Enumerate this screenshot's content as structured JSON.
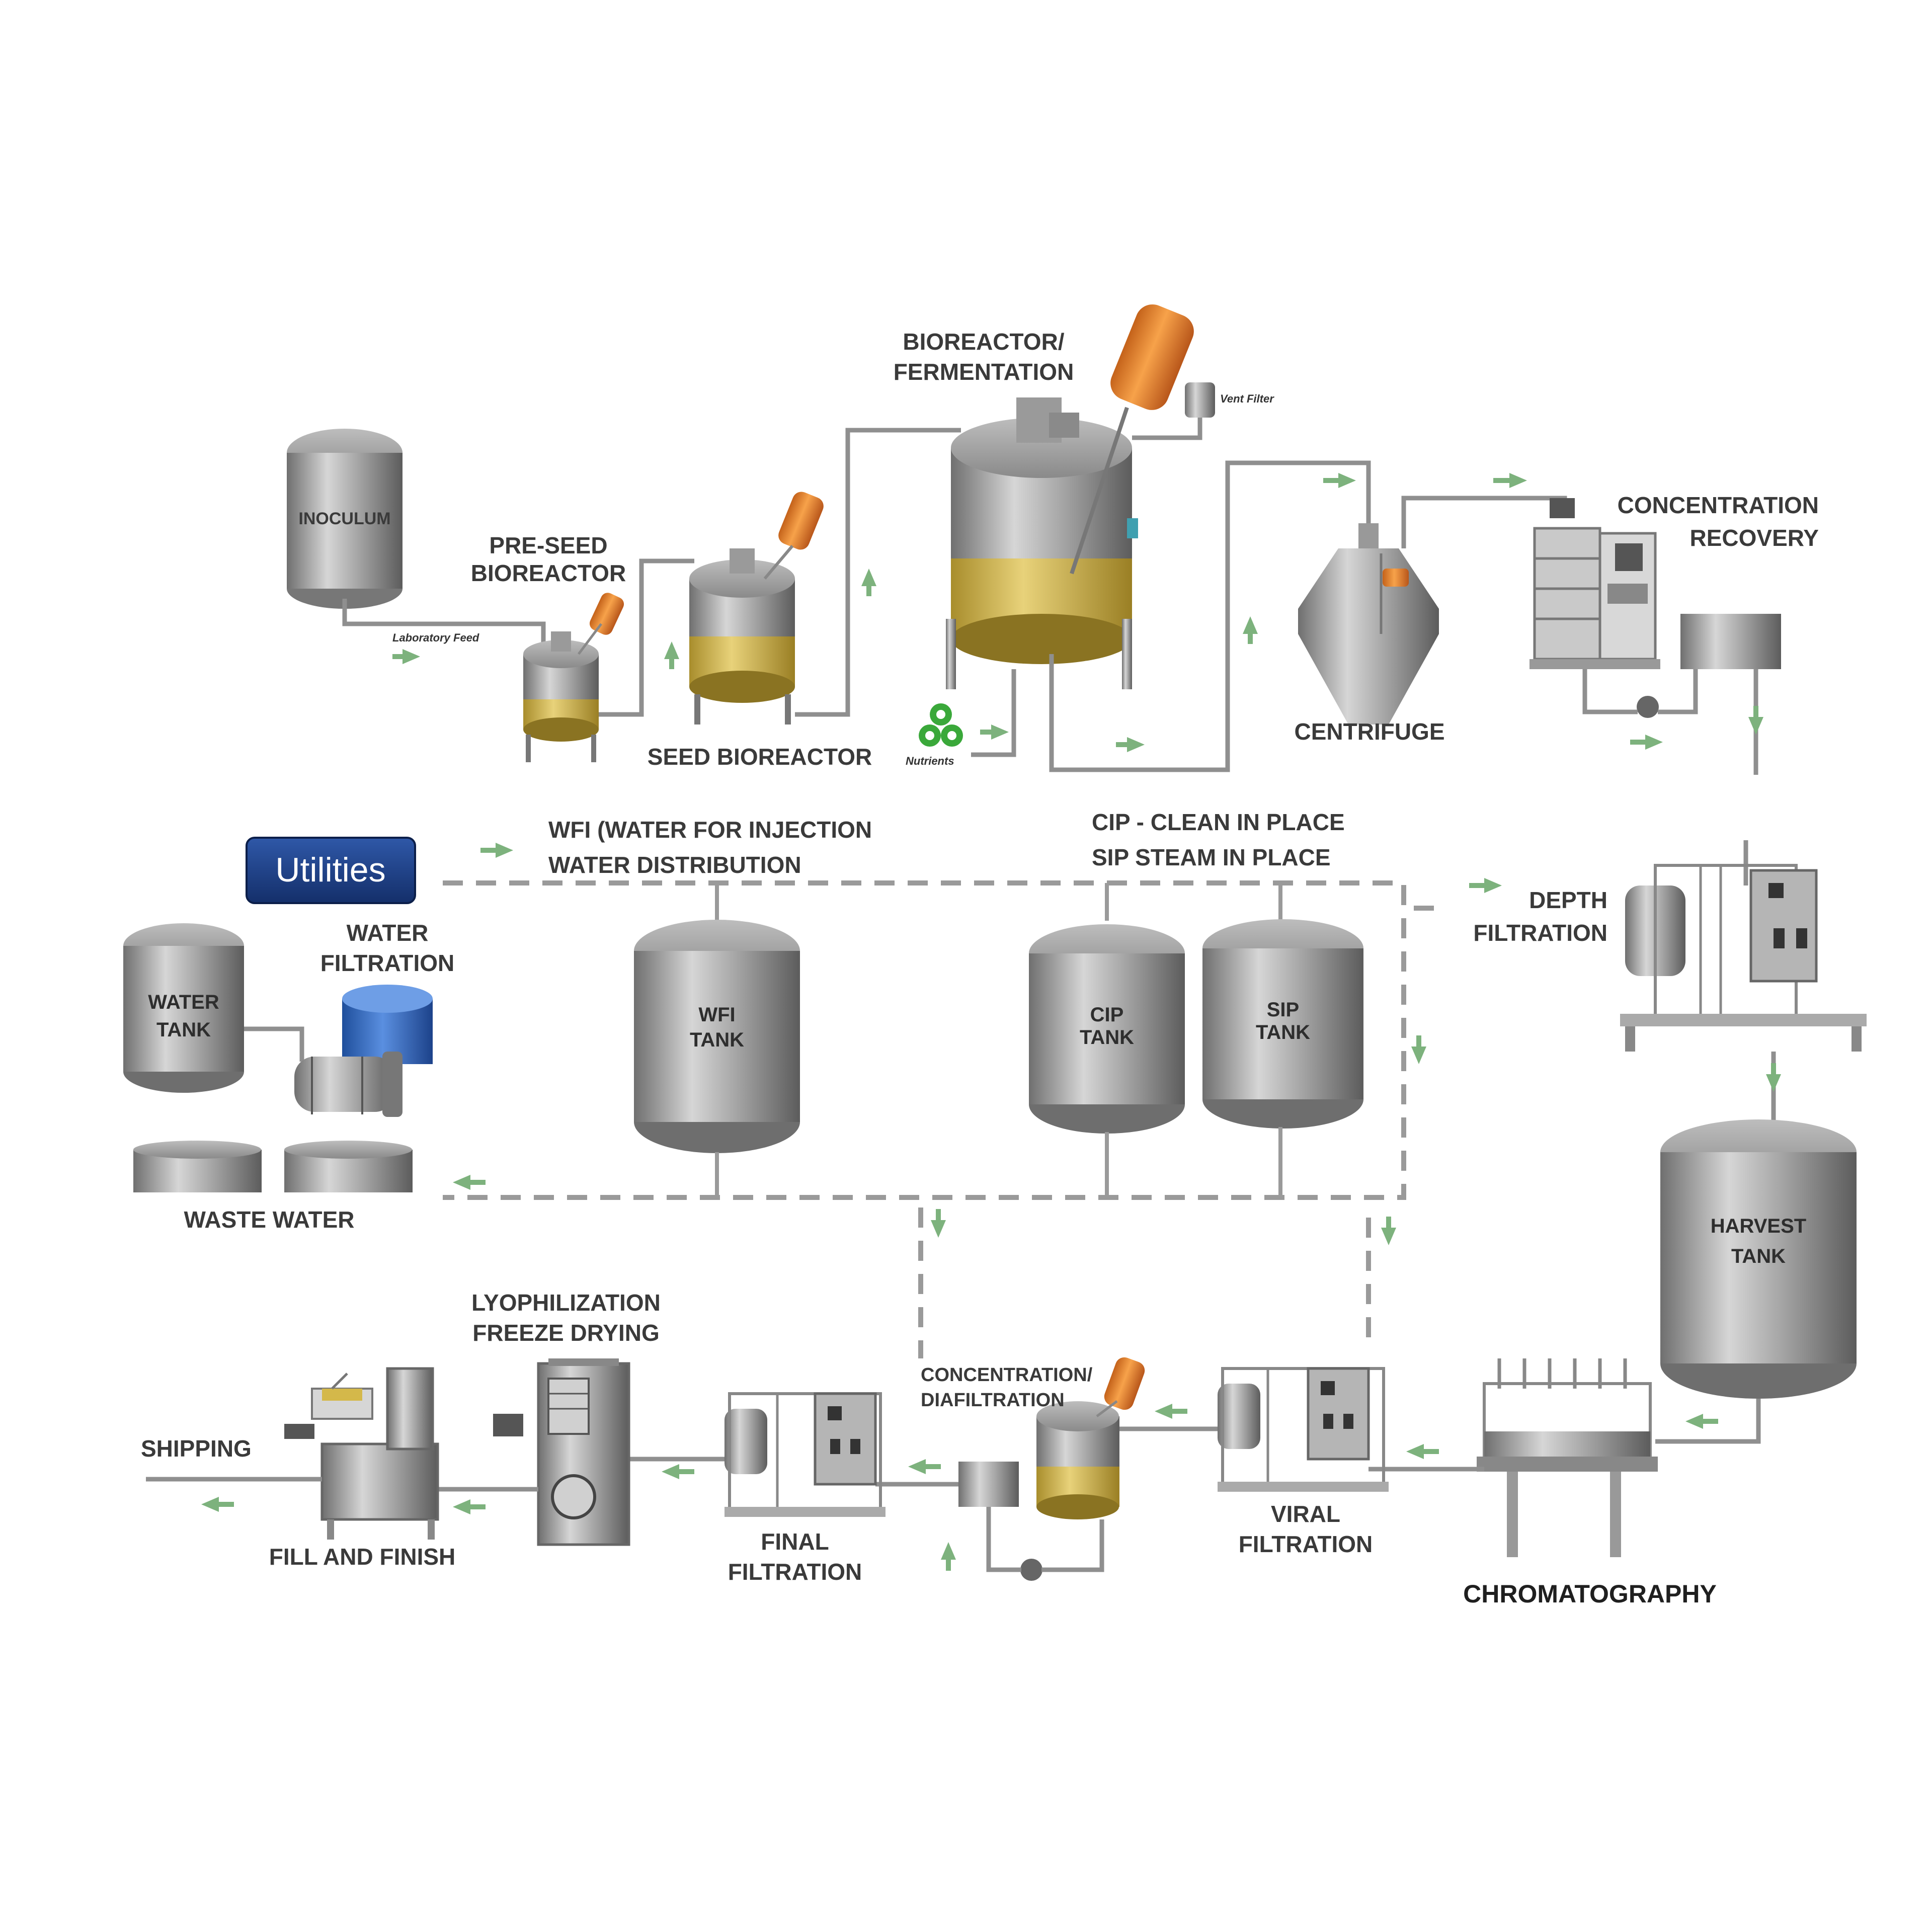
{
  "labels": {
    "inoculum": "INOCULUM",
    "laboratory_feed": "Laboratory Feed",
    "pre_seed_1": "PRE-SEED",
    "pre_seed_2": "BIOREACTOR",
    "seed_bioreactor": "SEED BIOREACTOR",
    "bioreactor_1": "BIOREACTOR/",
    "bioreactor_2": "FERMENTATION",
    "vent_filter": "Vent Filter",
    "nutrients": "Nutrients",
    "centrifuge": "CENTRIFUGE",
    "concentration_recovery_1": "CONCENTRATION",
    "concentration_recovery_2": "RECOVERY",
    "utilities": "Utilities",
    "wfi_1": "WFI (WATER FOR INJECTION",
    "wfi_2": "WATER DISTRIBUTION",
    "cip_sip_1": "CIP - CLEAN IN PLACE",
    "cip_sip_2": "SIP STEAM IN PLACE",
    "depth_filtration_1": "DEPTH",
    "depth_filtration_2": "FILTRATION",
    "water_filtration_1": "WATER",
    "water_filtration_2": "FILTRATION",
    "water_tank_1": "WATER",
    "water_tank_2": "TANK",
    "wfi_tank_1": "WFI",
    "wfi_tank_2": "TANK",
    "cip_tank_1": "CIP",
    "cip_tank_2": "TANK",
    "sip_tank_1": "SIP",
    "sip_tank_2": "TANK",
    "waste_water": "WASTE WATER",
    "harvest_tank_1": "HARVEST",
    "harvest_tank_2": "TANK",
    "lyophilization_1": "LYOPHILIZATION",
    "lyophilization_2": "FREEZE DRYING",
    "shipping": "SHIPPING",
    "fill_and_finish": "FILL AND FINISH",
    "final_filtration_1": "FINAL",
    "final_filtration_2": "FILTRATION",
    "concentration_diafiltration_1": "CONCENTRATION/",
    "concentration_diafiltration_2": "DIAFILTRATION",
    "viral_filtration_1": "VIRAL",
    "viral_filtration_2": "FILTRATION",
    "chromatography": "CHROMATOGRAPHY"
  },
  "colors": {
    "tank_metal": "#9c9c9c",
    "liquid": "#d4b84a",
    "feed_bottle": "#e8822a",
    "flow_arrow": "#7db27d",
    "utilities_badge": "#1f3f86",
    "water_filter_blue": "#3a6fc4",
    "nutrients_green": "#3aa83a"
  }
}
